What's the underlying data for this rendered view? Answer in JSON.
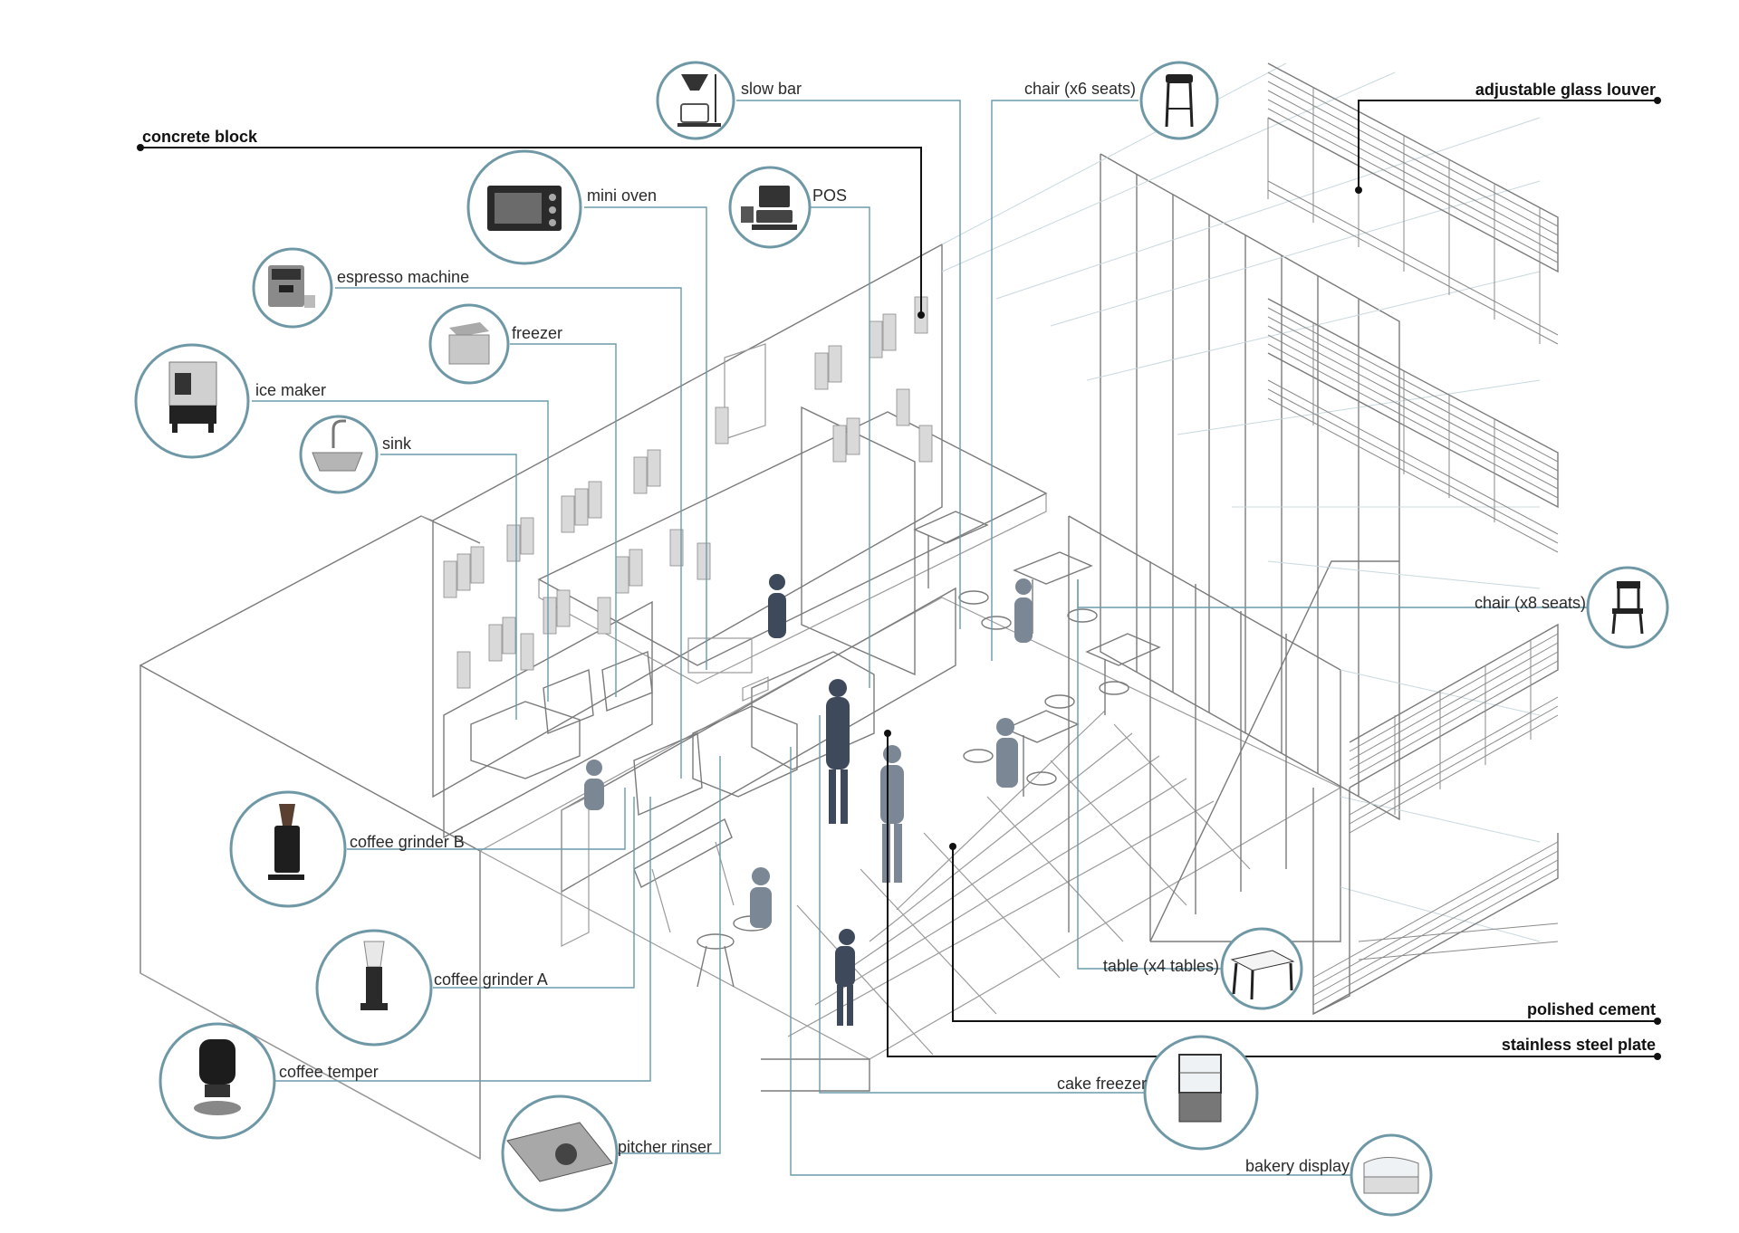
{
  "equipment_labels": {
    "slow_bar": "slow bar",
    "chair_x6": "chair (x6 seats)",
    "mini_oven": "mini oven",
    "pos": "POS",
    "espresso_machine": "espresso machine",
    "freezer": "freezer",
    "ice_maker": "ice maker",
    "sink": "sink",
    "chair_x8": "chair (x8 seats)",
    "coffee_grinder_b": "coffee grinder B",
    "coffee_grinder_a": "coffee grinder A",
    "coffee_temper": "coffee temper",
    "pitcher_rinser": "pitcher rinser",
    "table_x4": "table (x4 tables)",
    "cake_freezer": "cake freezer",
    "bakery_display": "bakery display"
  },
  "material_labels": {
    "concrete_block": "concrete block",
    "adjustable_glass_louver": "adjustable glass louver",
    "polished_cement": "polished cement",
    "stainless_steel_plate": "stainless steel plate"
  },
  "colors": {
    "leader": "#6a9aaa",
    "circle_stroke": "#6f98a6",
    "material_line": "#111111",
    "wireframe": "#9a9a9a"
  }
}
